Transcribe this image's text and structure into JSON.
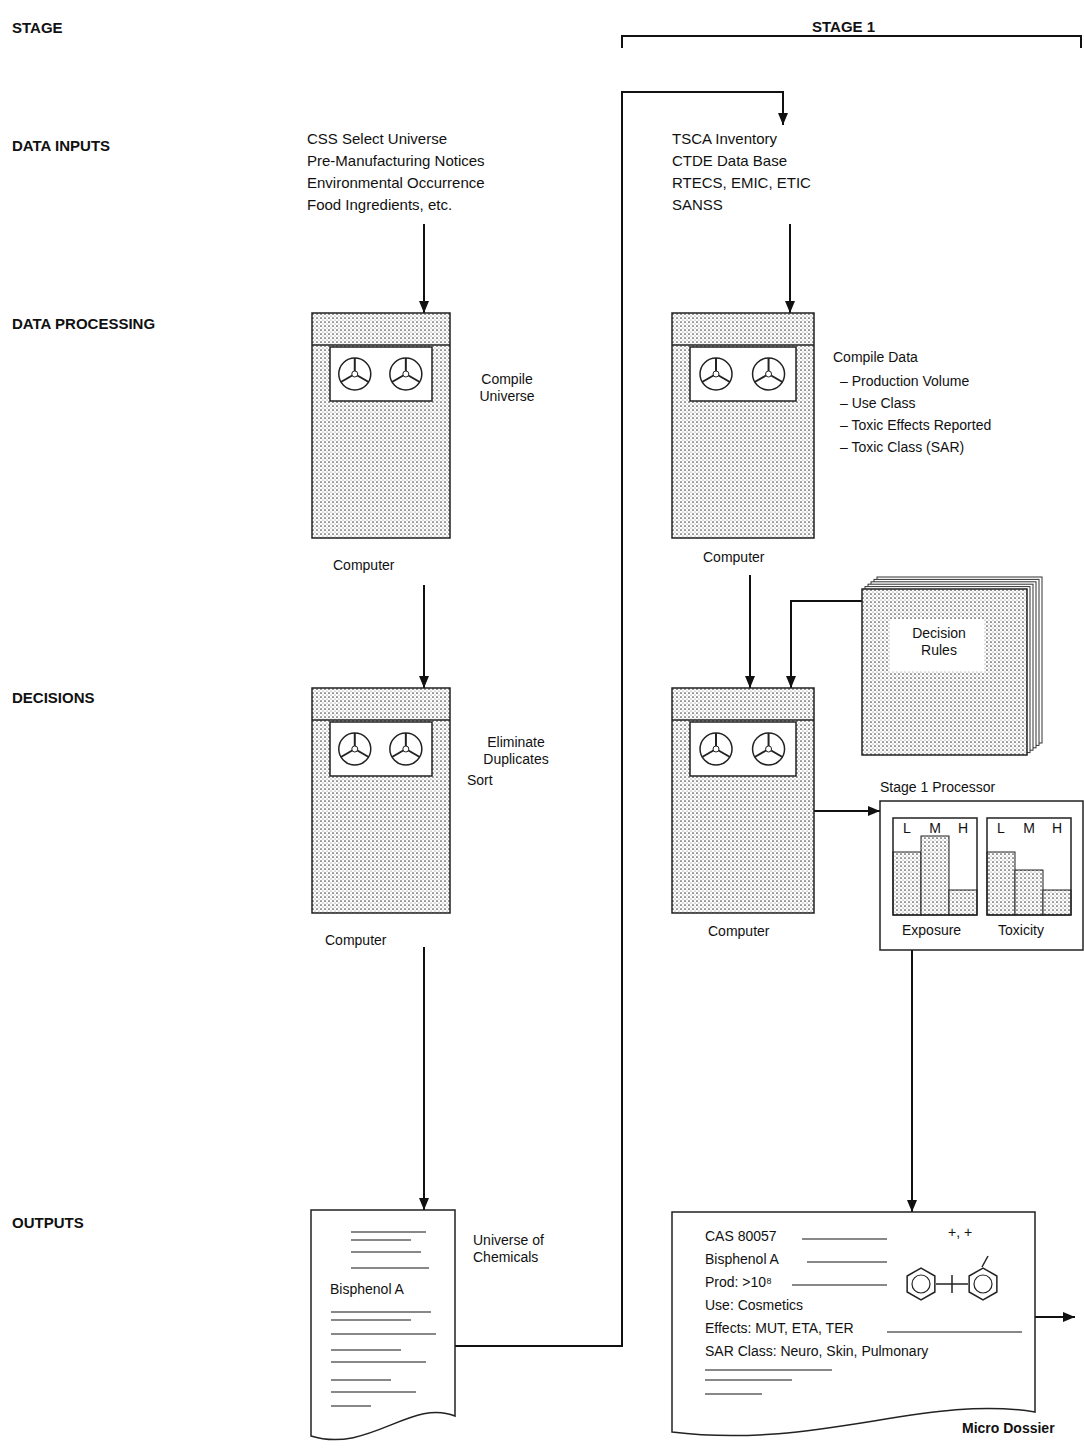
{
  "diagram": {
    "nodes": [
      {
        "text": [
          "CSS Select Universe",
          "Pre-Manufacturing Notices",
          "Environmental Occurrence",
          "Food Ingredients, etc."
        ]
      },
      {
        "text": [
          "Compile Universe",
          "Computer"
        ]
      },
      {
        "text": [
          "Eliminate Duplicates",
          "Sort",
          "Computer"
        ]
      },
      {
        "text": [
          "Bisphenol A",
          "Universe of Chemicals"
        ]
      },
      {
        "text": [
          "TSCA Inventory",
          "CTDE Data Base",
          "RTECS, EMIC, ETIC",
          "SANSS"
        ]
      },
      {
        "text": [
          "Compile Data",
          "– Production Volume",
          "– Use Class",
          "– Toxic Effects Reported",
          "– Toxic Class (SAR)",
          "Computer"
        ]
      },
      {
        "text": [
          "Decision Rules"
        ]
      },
      {
        "text": [
          "Computer"
        ]
      },
      {
        "text": [
          "Stage 1 Processor",
          "L",
          "M",
          "H",
          "L",
          "M",
          "H",
          "Exposure",
          "Toxicity"
        ]
      },
      {
        "text": [
          "CAS 80057",
          "Bisphenol A",
          "Prod: >10⁸",
          "Use: Cosmetics",
          "Effects: MUT, ETA, TER",
          "SAR Class: Neuro, Skin, Pulmonary",
          "+, +",
          "Micro Dossier"
        ]
      }
    ],
    "edges": [
      {
        "from": 0,
        "to": 1,
        "arrow": "to"
      },
      {
        "from": 1,
        "to": 2,
        "arrow": "to"
      },
      {
        "from": 2,
        "to": 3,
        "arrow": "to"
      },
      {
        "from": 3,
        "to": 4,
        "arrow": "to"
      },
      {
        "from": 4,
        "to": 5,
        "arrow": "to"
      },
      {
        "from": 5,
        "to": 7,
        "arrow": "to"
      },
      {
        "from": 6,
        "to": 7,
        "arrow": "to"
      },
      {
        "from": 7,
        "to": 8,
        "arrow": "to"
      },
      {
        "from": 8,
        "to": 9,
        "arrow": "to"
      }
    ],
    "labels": [
      "STAGE",
      "DATA INPUTS",
      "DATA PROCESSING",
      "DECISIONS",
      "OUTPUTS",
      "STAGE 1"
    ]
  }
}
